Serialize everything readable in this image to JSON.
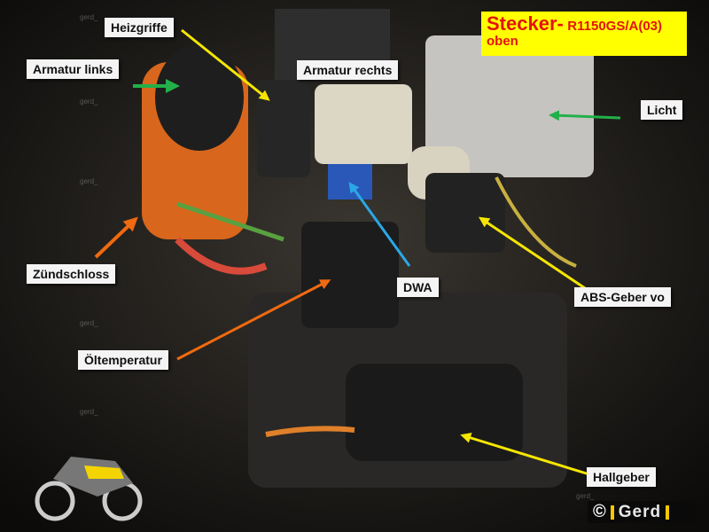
{
  "title": {
    "main": "Stecker-",
    "model": "R1150GS/A(03)",
    "sub": "oben"
  },
  "labels": {
    "heizgriffe": "Heizgriffe",
    "armatur_links": "Armatur links",
    "armatur_rechts": "Armatur rechts",
    "licht": "Licht",
    "zuendschloss": "Zündschloss",
    "dwa": "DWA",
    "abs_geber": "ABS-Geber vo",
    "oeltemperatur": "Öltemperatur",
    "hallgeber": "Hallgeber"
  },
  "watermark": "gerd_",
  "copyright": {
    "symbol": "©",
    "name": "Gerd"
  },
  "colors": {
    "green": "#22b04a",
    "yellow": "#f5e600",
    "orange": "#f06a10",
    "blue": "#2aa8e6",
    "title_bg": "#ffff00",
    "title_text": "#e3140c"
  }
}
